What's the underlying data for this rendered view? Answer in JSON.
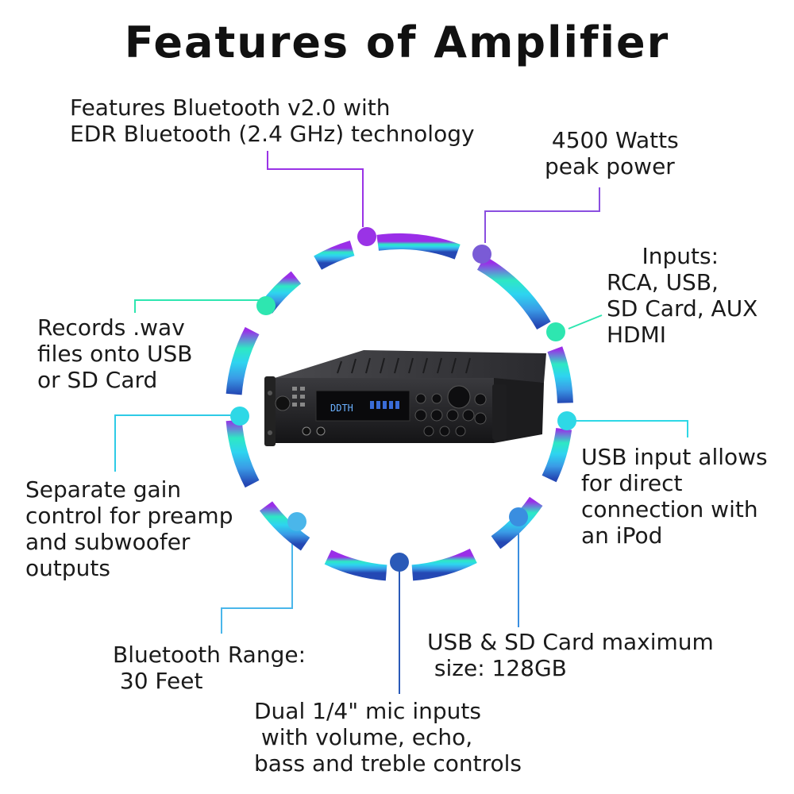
{
  "title": "Features of Amplifier",
  "callouts": {
    "bluetooth": "Features Bluetooth v2.0 with\nEDR Bluetooth (2.4 GHz) technology",
    "power": " 4500 Watts\npeak power",
    "inputs": "     Inputs:\nRCA, USB,\nSD Card, AUX\nHDMI",
    "records": "Records .wav\nfiles onto USB\nor SD Card",
    "usb_input": "USB input allows\nfor direct\nconnection with\nan iPod",
    "gain": "Separate gain\ncontrol for preamp\nand subwoofer\noutputs",
    "range": "Bluetooth Range:\n 30 Feet",
    "size": "USB & SD Card maximum\n size: 128GB",
    "mic": "Dual 1/4\" mic inputs\n with volume, echo,\nbass and treble controls"
  },
  "device_display": "DDTH",
  "colors": {
    "purple": "#9a33e6",
    "violet": "#7a5bd6",
    "teal": "#2ee6b0",
    "cyan": "#2ed8e6",
    "sky": "#4ab6ea",
    "blue": "#3a7ed6",
    "navy": "#2a5ab8"
  }
}
